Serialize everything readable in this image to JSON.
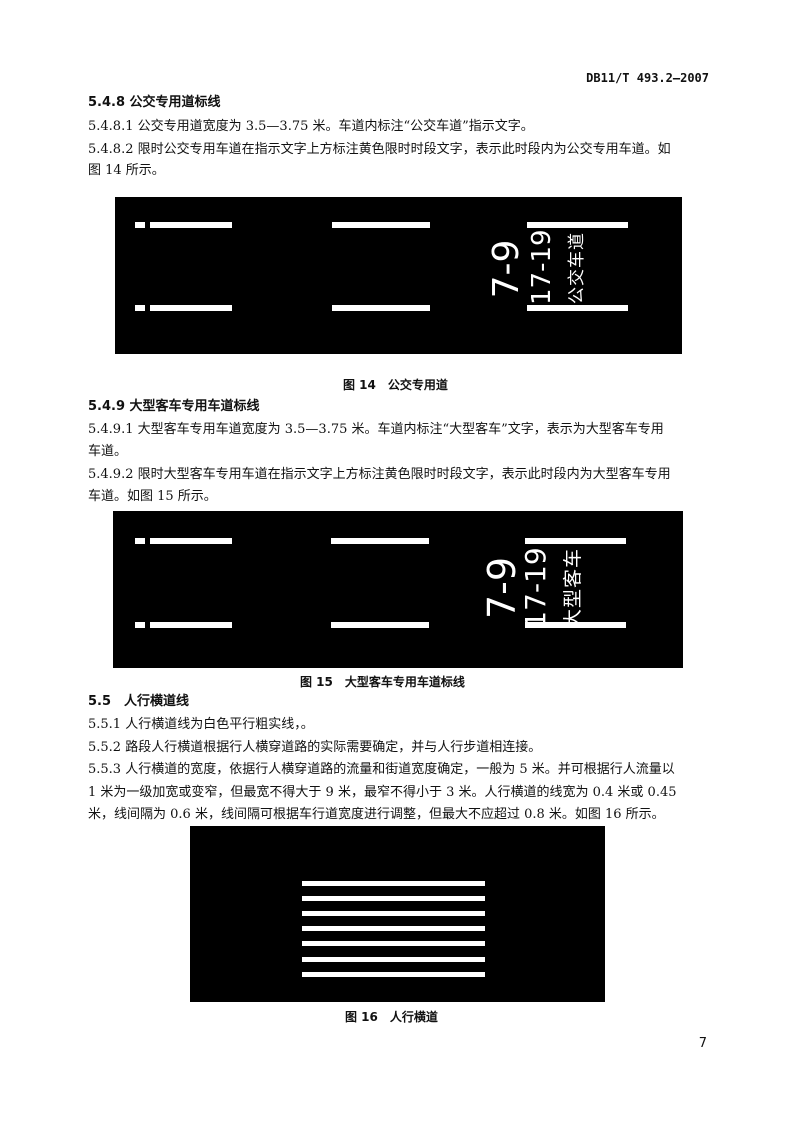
{
  "header": "DB11/T 493.2—2007",
  "paragraphs": [
    "5.4.8 公交专用道标线",
    "5.4.8.1 公交专用道宽度为 3.5—3.75 米。车道内标注“公交车道”指示文字。",
    "5.4.8.2 限时公交专用车道在指示文字上方标注黄色限时时段文字，表示此时段内为公交专用车道。如",
    "图 14 所示。",
    "5.4.9 大型客车专用车道标线",
    "5.4.9.1 大型客车专用车道宽度为 3.5—3.75 米。车道内标注“大型客车”文字，表示为大型客车专用",
    "车道。",
    "5.4.9.2 限时大型客车专用车道在指示文字上方标注黄色限时时段文字，表示此时段内为大型客车专用",
    "车道。如图 15 所示。",
    "5.5　人行横道线",
    "5.5.1 人行横道线为白色平行粗实线，。",
    "5.5.2 路段人行横道根据行人横穿道路的实际需要确定，并与人行步道相连接。",
    "5.5.3 人行横道的宽度，依据行人横穿道路的流量和街道宽度确定，一般为 5 米。并可根据行人流量以",
    "1 米为一级加宽或变窄，但最宽不得大于 9 米，最窄不得小于 3 米。人行横道的线宽为 0.4 米或 0.45",
    "米，线间隔为 0.6 米，线间隔可根据车行道宽度进行调整，但最大不应超过 0.8 米。如图 16 所示。"
  ],
  "fig14": {
    "time1": "7-9",
    "time2": "17-19",
    "label": "公交车道",
    "caption": "图 14　公交专用道"
  },
  "fig15": {
    "time1": "7-9",
    "time2": "17-19",
    "label": "大型客车",
    "caption": "图 15　大型客车专用车道标线"
  },
  "fig16": {
    "caption": "图 16　人行横道"
  },
  "page_number": "7"
}
